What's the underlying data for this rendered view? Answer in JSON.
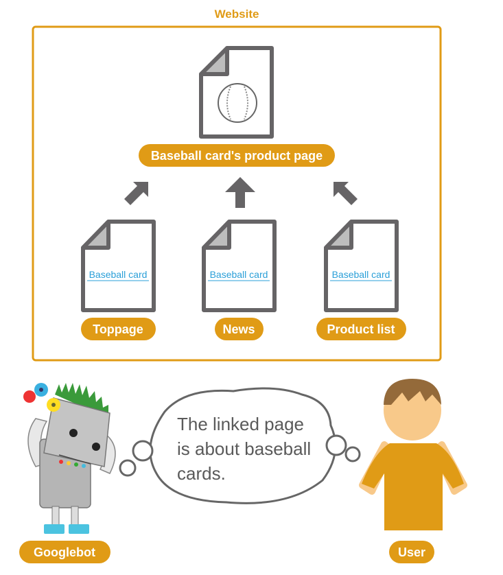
{
  "website_label": "Website",
  "product_page": {
    "label": "Baseball card's product page"
  },
  "source_pages": [
    {
      "label": "Toppage",
      "link_text": "Baseball card"
    },
    {
      "label": "News",
      "link_text": "Baseball card"
    },
    {
      "label": "Product list",
      "link_text": "Baseball card"
    }
  ],
  "thought_bubble": {
    "lines": [
      "The linked page",
      "is about baseball",
      "cards."
    ]
  },
  "characters": {
    "googlebot": "Googlebot",
    "user": "User"
  },
  "colors": {
    "accent": "#E09B16",
    "doc_stroke": "#666466",
    "link": "#2a9fd8",
    "frame": "#E09B16"
  }
}
